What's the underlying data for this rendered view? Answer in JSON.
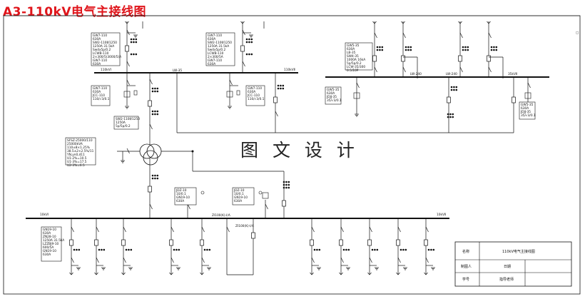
{
  "title": "A3-110kV电气主接线图",
  "watermark": "图 文 设 计",
  "buses": {
    "hv_left": {
      "label": "110kVⅠ",
      "pt": "LW-35"
    },
    "hv_right": {
      "label": "110kVⅡ"
    },
    "mv_left": {
      "label": "LW-240"
    },
    "mv_right": {
      "label": "35kVⅡ",
      "pt": "LW-240"
    },
    "lv_left": {
      "label": "10kVⅠ"
    },
    "lv_right": {
      "label": "10kVⅡ"
    },
    "tie": {
      "label": "ZI100(K)-Ⅰ/A"
    },
    "tie2": {
      "label": "ZI100(K)-Ⅰ/A"
    }
  },
  "labels": {
    "hv_bay1": [
      "GW7-110",
      "630A",
      "SW2-110Ⅱ/1250",
      "1250A 31.5kA",
      "Sw4x5p/0.2",
      "LCWB-110",
      "2×300/5(3000/5)A",
      "GW7-110",
      "630A"
    ],
    "hv_bay2": [
      "GW7-110",
      "630A",
      "SW2-110Ⅱ/1250",
      "1250A 31.5kA",
      "Sw4x5p/0.2",
      "LCWB-110",
      "2×300/5A",
      "GW7-110",
      "630A"
    ],
    "pt1": [
      "GW7-110",
      "630A",
      "JCC-110",
      "110/√3/0.1"
    ],
    "pt2": [
      "GW7-110",
      "630A",
      "JCC-110",
      "110/√3/0.1"
    ],
    "mv_bay": [
      "GW5-35",
      "630A",
      "LB-35",
      "SW4-35",
      "1000A 16kA",
      "5p/5p/0.2",
      "LCW-35/300",
      "0.5/10P"
    ],
    "mv_pt": [
      "GW5-35",
      "630A",
      "JDJJ-35",
      "35/√3/0.1"
    ],
    "mv_pt2": [
      "GW5-35",
      "630A",
      "JDJJ-35",
      "35/√3/0.1"
    ],
    "ct_main": [
      "SW2-110Ⅱ/1250",
      "1250A",
      "5p/5p/0.2"
    ],
    "transformer": [
      "SFSZ-25000/110",
      "25000kVA",
      "110±8×1.25%",
      "38.5±2×2.5%/11",
      "YN,yn0,d11",
      "U1-2%=10.5",
      "U1-3%=17.5",
      "U2-3%=6.5"
    ],
    "lv_cabinet1": [
      "JDZ-10",
      "10/0.1",
      "GN19-10",
      "630A"
    ],
    "lv_cabinet2": [
      "JDZ-10",
      "10/0.1",
      "GN19-10",
      "630A"
    ],
    "lv_feeder": [
      "GN19-10",
      "630A",
      "ZN28-10",
      "1250A 31.5kA",
      "LZZBJ9-10",
      "600/5A",
      "GN19-10",
      "630A"
    ]
  },
  "title_block": {
    "row1_label": "名称",
    "row1_value": "110kV电气主接线图",
    "row2_label": "制图人",
    "row2_mid": "日期",
    "row3_label": "学号",
    "row3_mid": "指导老师"
  }
}
